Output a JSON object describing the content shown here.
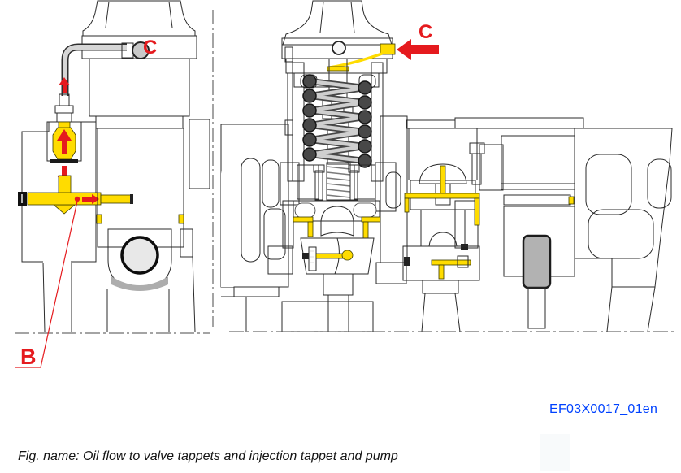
{
  "figure": {
    "ref_code": "EF03X0017_01en",
    "caption": "Fig. name: Oil flow to valve tappets and injection tappet and pump"
  },
  "labels": {
    "c_left": "C",
    "c_right": "C",
    "b": "B"
  },
  "colors": {
    "oil_yellow": "#FFDC00",
    "flow_red": "#E51A1E",
    "reference_blue": "#0042FF",
    "hatch_gray": "#B5B5B5",
    "hatch_line": "#6F6F6F",
    "part_light_gray": "#D9D9D9",
    "part_mid_gray": "#C4C4C4",
    "part_dark_gray": "#9A9A9A"
  }
}
